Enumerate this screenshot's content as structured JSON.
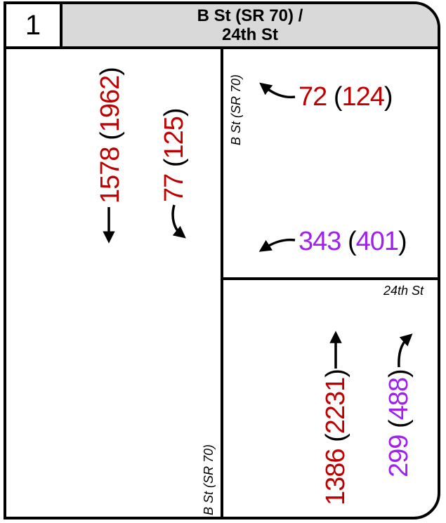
{
  "intersection_number": "1",
  "title_line1": "B St (SR 70) /",
  "title_line2": "24th St",
  "streets": {
    "top_right_vertical": "B St (SR 70)",
    "bottom_right_horizontal": "24th St",
    "bottom_left_vertical": "B St (SR 70)"
  },
  "movements": {
    "sb_through": {
      "am": "1578",
      "pm": "1962"
    },
    "sb_left": {
      "am": "77",
      "pm": "125"
    },
    "wb_right": {
      "am": "72",
      "pm": "124"
    },
    "wb_left": {
      "am": "343",
      "pm": "401"
    },
    "nb_through": {
      "am": "1386",
      "pm": "2231"
    },
    "nb_right": {
      "am": "299",
      "pm": "488"
    }
  },
  "colors": {
    "red": "#c00000",
    "purple": "#a020f0",
    "header_bg": "#d9d9d9"
  }
}
